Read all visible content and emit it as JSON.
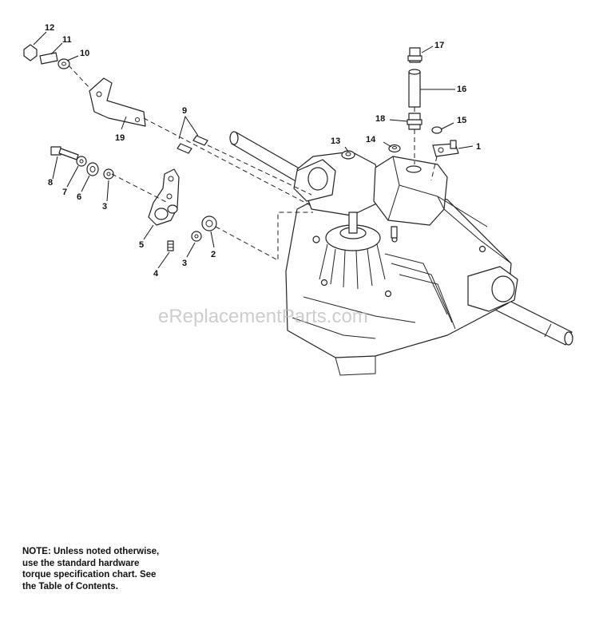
{
  "callouts": [
    {
      "id": "1",
      "label": "1"
    },
    {
      "id": "2",
      "label": "2"
    },
    {
      "id": "3a",
      "label": "3"
    },
    {
      "id": "3b",
      "label": "3"
    },
    {
      "id": "4",
      "label": "4"
    },
    {
      "id": "5",
      "label": "5"
    },
    {
      "id": "6",
      "label": "6"
    },
    {
      "id": "7",
      "label": "7"
    },
    {
      "id": "8",
      "label": "8"
    },
    {
      "id": "9",
      "label": "9"
    },
    {
      "id": "10",
      "label": "10"
    },
    {
      "id": "11",
      "label": "11"
    },
    {
      "id": "12",
      "label": "12"
    },
    {
      "id": "13",
      "label": "13"
    },
    {
      "id": "14",
      "label": "14"
    },
    {
      "id": "15",
      "label": "15"
    },
    {
      "id": "16",
      "label": "16"
    },
    {
      "id": "17",
      "label": "17"
    },
    {
      "id": "18",
      "label": "18"
    },
    {
      "id": "19",
      "label": "19"
    }
  ],
  "watermark": "eReplacementParts.com",
  "note": {
    "lines": [
      "NOTE: Unless noted otherwise,",
      "use the standard hardware",
      "torque specification chart. See",
      "the Table of Contents."
    ]
  }
}
